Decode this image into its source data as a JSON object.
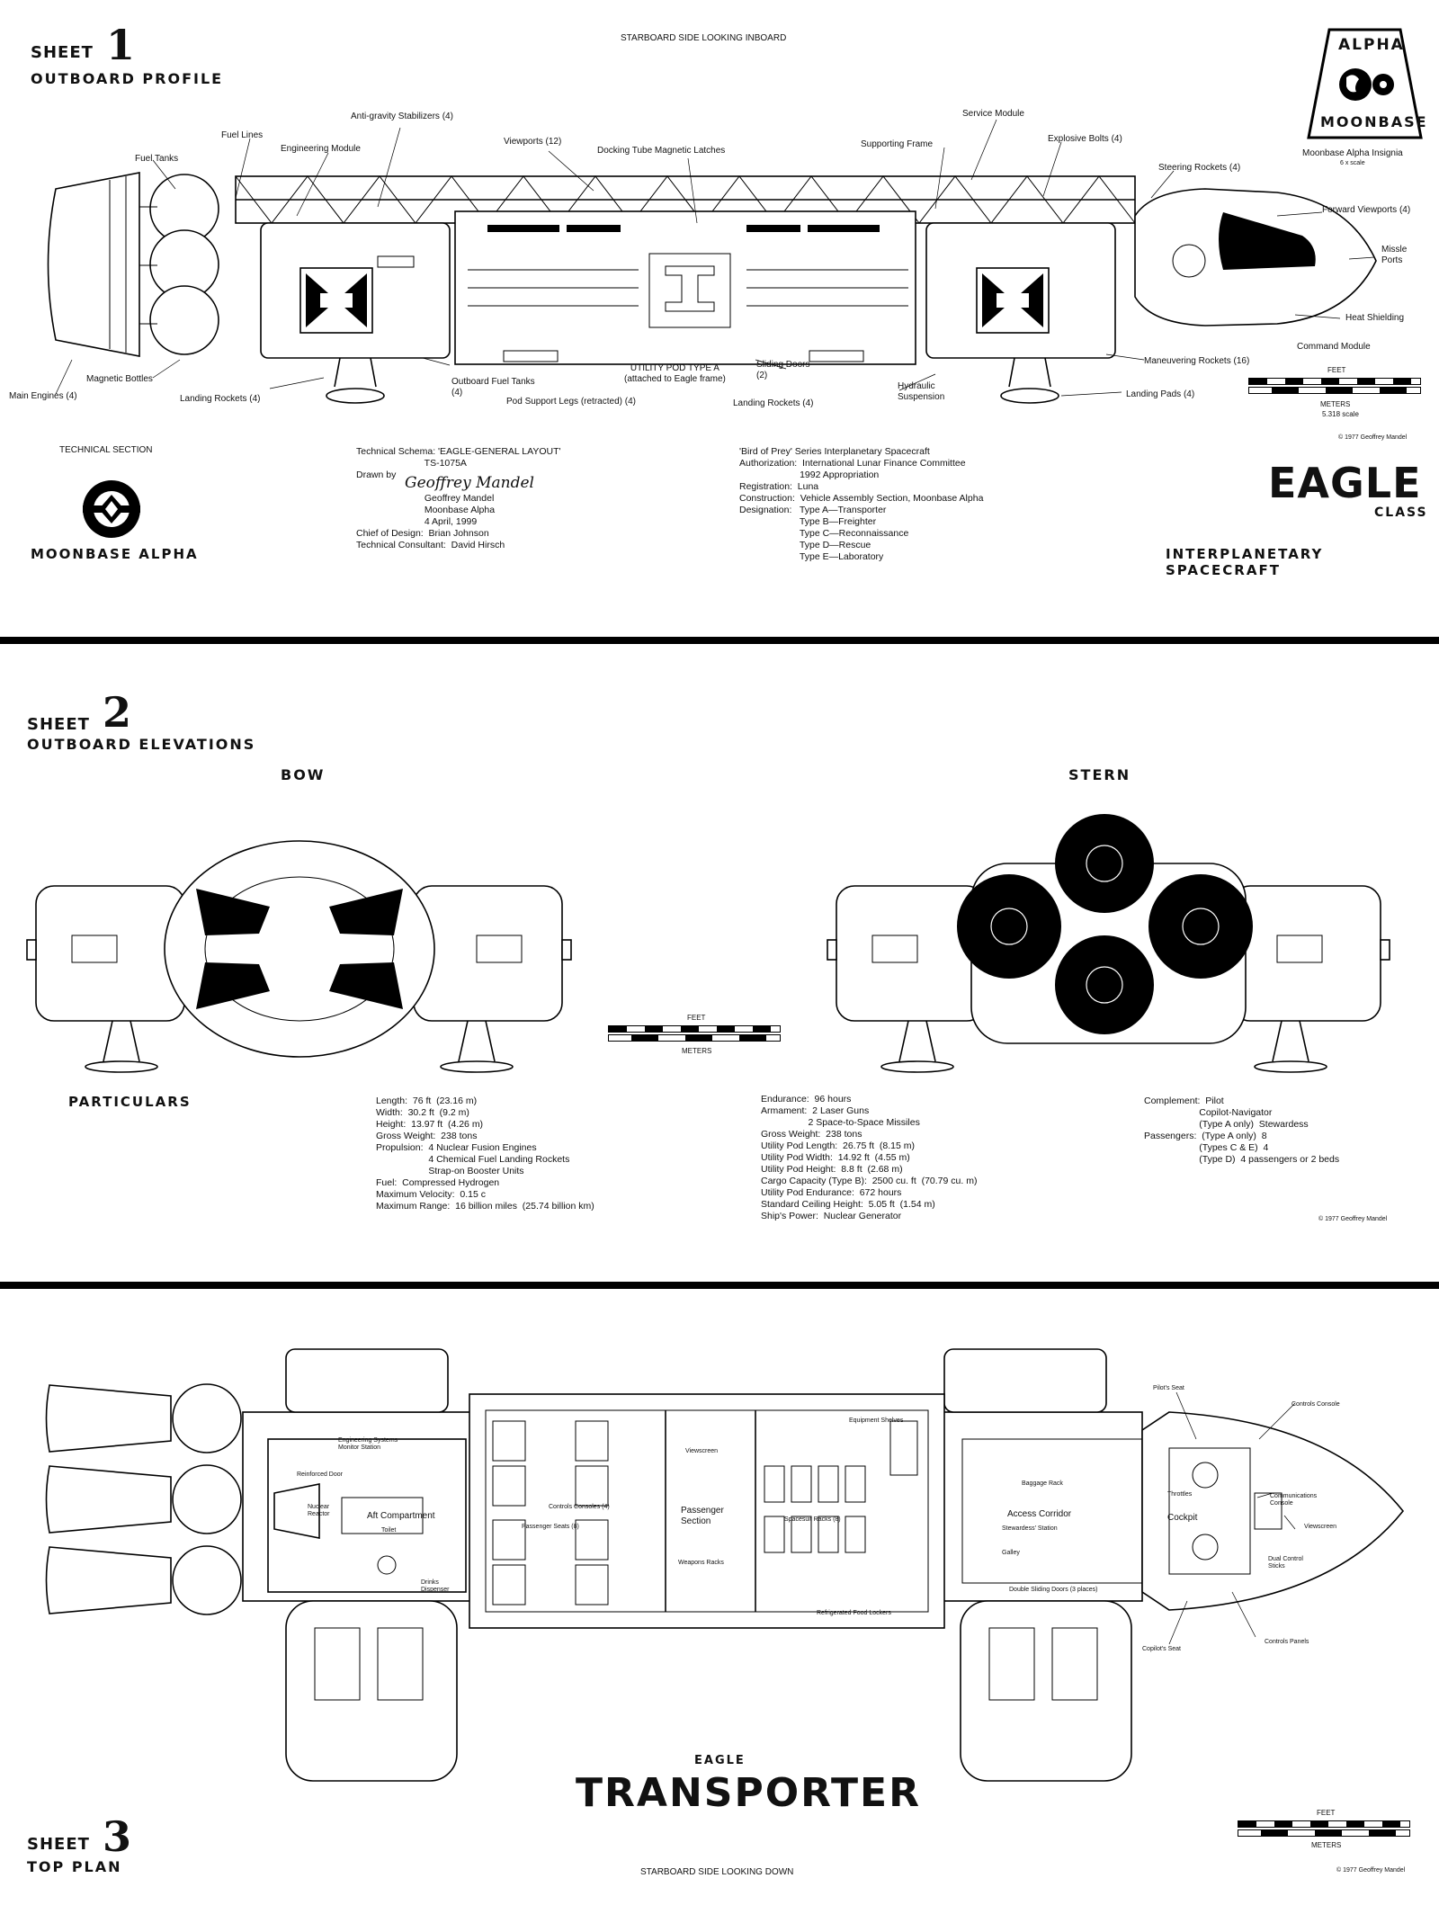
{
  "sheet1": {
    "sheet_word": "SHEET",
    "number": "1",
    "subtitle": "OUTBOARD PROFILE",
    "view_caption": "STARBOARD SIDE LOOKING INBOARD",
    "badge": {
      "top": "ALPHA",
      "bottom": "MOONBASE"
    },
    "insignia_caption": "Moonbase Alpha Insignia",
    "insignia_scale": "6 x scale",
    "labels": {
      "fuel_tanks": "Fuel Tanks",
      "fuel_lines": "Fuel Lines",
      "antigravity": "Anti-gravity Stabilizers (4)",
      "engineering_module": "Engineering Module",
      "viewports": "Viewports (12)",
      "docking_latches": "Docking Tube Magnetic Latches",
      "supporting_frame": "Supporting Frame",
      "service_module": "Service Module",
      "explosive_bolts": "Explosive Bolts (4)",
      "steering_rockets": "Steering Rockets (4)",
      "forward_viewports": "Forward Viewports (4)",
      "missle_ports": "Missle\nPorts",
      "heat_shielding": "Heat Shielding",
      "command_module": "Command Module",
      "maneuvering_rockets": "Maneuvering Rockets (16)",
      "landing_pads": "Landing Pads (4)",
      "hydraulic_suspension": "Hydraulic\nSuspension",
      "landing_rockets_right": "Landing Rockets (4)",
      "sliding_doors": "Sliding Doors\n(2)",
      "utility_pod": "UTILITY POD TYPE A\n(attached to Eagle frame)",
      "pod_support_legs": "Pod Support Legs (retracted) (4)",
      "outboard_fuel_tanks": "Outboard Fuel Tanks\n(4)",
      "landing_rockets_left": "Landing Rockets (4)",
      "magnetic_bottles": "Magnetic Bottles",
      "main_engines": "Main Engines (4)"
    },
    "scale": {
      "feet": "FEET",
      "meters": "METERS",
      "ratio": "5.318 scale"
    },
    "copyright": "© 1977 Geoffrey Mandel",
    "technical_section": "TECHNICAL SECTION",
    "moonbase_alpha": "MOONBASE ALPHA",
    "schema_block": "Technical Schema: 'EAGLE-GENERAL LAYOUT'\n                          TS-1075A\nDrawn by\n\n                          Geoffrey Mandel\n                          Moonbase Alpha\n                          4 April, 1999\nChief of Design:  Brian Johnson\nTechnical Consultant:  David Hirsch",
    "signature": "Geoffrey Mandel",
    "specs_block": "'Bird of Prey' Series Interplanetary Spacecraft\nAuthorization:  International Lunar Finance Committee\n                       1992 Appropriation\nRegistration:  Luna\nConstruction:  Vehicle Assembly Section, Moonbase Alpha\nDesignation:   Type A—Transporter\n                       Type B—Freighter\n                       Type C—Reconnaissance\n                       Type D—Rescue\n                       Type E—Laboratory",
    "eagle": "EAGLE",
    "class": "CLASS",
    "interplanetary": "INTERPLANETARY SPACECRAFT"
  },
  "sheet2": {
    "sheet_word": "SHEET",
    "number": "2",
    "subtitle": "OUTBOARD ELEVATIONS",
    "bow": "BOW",
    "stern": "STERN",
    "scale": {
      "feet": "FEET",
      "meters": "METERS"
    },
    "particulars": "PARTICULARS",
    "col1": "Length:  76 ft  (23.16 m)\nWidth:  30.2 ft  (9.2 m)\nHeight:  13.97 ft  (4.26 m)\nGross Weight:  238 tons\nPropulsion:  4 Nuclear Fusion Engines\n                    4 Chemical Fuel Landing Rockets\n                    Strap-on Booster Units\nFuel:  Compressed Hydrogen\nMaximum Velocity:  0.15 c\nMaximum Range:  16 billion miles  (25.74 billion km)",
    "col2": "Endurance:  96 hours\nArmament:  2 Laser Guns\n                  2 Space-to-Space Missiles\nGross Weight:  238 tons\nUtility Pod Length:  26.75 ft  (8.15 m)\nUtility Pod Width:  14.92 ft  (4.55 m)\nUtility Pod Height:  8.8 ft  (2.68 m)\nCargo Capacity (Type B):  2500 cu. ft  (70.79 cu. m)\nUtility Pod Endurance:  672 hours\nStandard Ceiling Height:  5.05 ft  (1.54 m)\nShip's Power:  Nuclear Generator",
    "col3": "Complement:  Pilot\n                     Copilot-Navigator\n                     (Type A only)  Stewardess\nPassengers:  (Type A only)  8\n                     (Types C & E)  4\n                     (Type D)  4 passengers or 2 beds",
    "copyright": "© 1977 Geoffrey Mandel"
  },
  "sheet3": {
    "sheet_word": "SHEET",
    "number": "3",
    "subtitle": "TOP PLAN",
    "view_caption": "STARBOARD SIDE LOOKING DOWN",
    "eagle": "EAGLE",
    "transporter": "TRANSPORTER",
    "scale": {
      "feet": "FEET",
      "meters": "METERS"
    },
    "copyright": "© 1977 Geoffrey Mandel",
    "labels": {
      "eng_station": "Engineering Systems\nMonitor Station",
      "reinforced_door": "Reinforced Door",
      "nuclear_reactor": "Nuclear\nReactor",
      "aft_compartment": "Aft Compartment",
      "toilet": "Toilet",
      "drinks_dispenser": "Drinks\nDispenser",
      "controls_consoles": "Controls Consoles (4)",
      "passenger_seats": "Passenger Seats (8)",
      "viewscreen_mid": "Viewscreen",
      "passenger_section": "Passenger\nSection",
      "weapons_racks": "Weapons Racks",
      "equipment_shelves": "Equipment Shelves",
      "spacesuit_racks": "Spacesuit Racks (8)",
      "refrigerated": "Refrigerated Food Lockers",
      "baggage_rack": "Baggage Rack",
      "access_corridor": "Access Corridor",
      "stewardess_station": "Stewardess' Station",
      "galley": "Galley",
      "double_doors": "Double Sliding Doors (3 places)",
      "pilots_seat": "Pilot's Seat",
      "controls_console": "Controls Console",
      "throttles": "Throttles",
      "cockpit": "Cockpit",
      "comm_console": "Communications\nConsole",
      "viewscreen_fwd": "Viewscreen",
      "dual_control": "Dual Control\nSticks",
      "controls_panels": "Controls Panels",
      "copilots_seat": "Copilot's Seat"
    }
  }
}
